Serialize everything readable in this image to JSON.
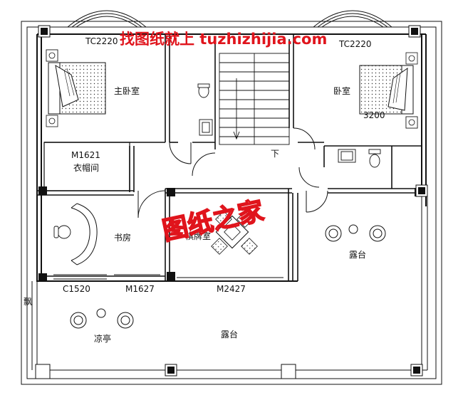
{
  "watermark": {
    "top": "找图纸就上 tuzhizhijia.com",
    "center": "图纸之家"
  },
  "labels": {
    "window_tl": "TC2220",
    "window_tr": "TC2220",
    "master_bedroom": "主卧室",
    "bedroom": "卧室",
    "dim_3200": "3200",
    "stair_down": "下",
    "door_m1621": "M1621",
    "closet": "衣帽间",
    "study": "书房",
    "chess_room": "棋牌室",
    "terrace_right": "露台",
    "window_c1520": "C1520",
    "door_m1627": "M1627",
    "door_m2427": "M2427",
    "side_mark": "飘",
    "pavilion": "凉亭",
    "terrace_bottom": "露台"
  },
  "colors": {
    "ink": "#111111",
    "watermark": "#e0141c",
    "pattern": "#333333"
  },
  "icons": [
    "bed-icon",
    "toilet-icon",
    "sink-icon",
    "chess-table-icon",
    "chair-icon",
    "stair-icon",
    "column-icon",
    "desk-icon"
  ]
}
